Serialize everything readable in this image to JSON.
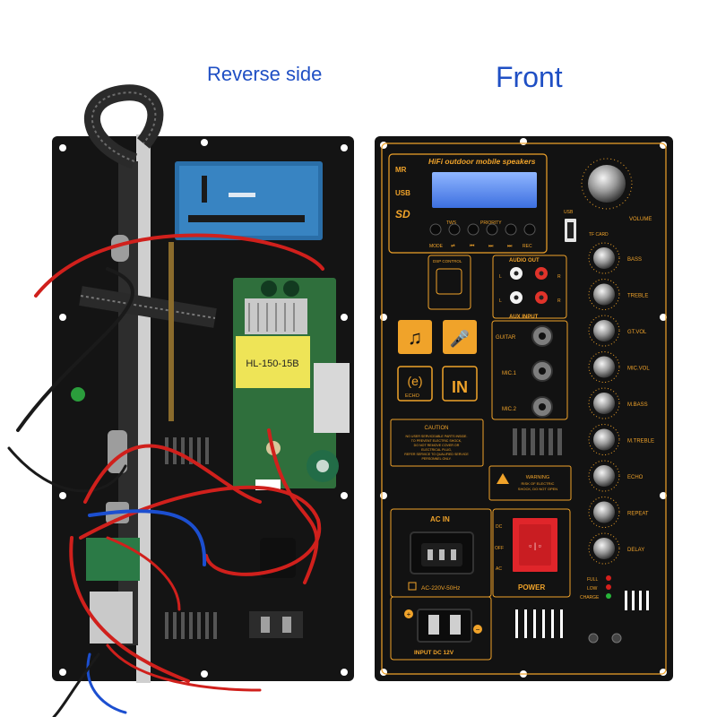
{
  "captions": {
    "reverse": "Reverse side",
    "front": "Front"
  },
  "reverse_board": {
    "transformer_label": "HL-150-15B"
  },
  "front_panel": {
    "title": "HiFi outdoor mobile speakers",
    "brand_mark": "MR",
    "usb_badge": "USB",
    "sd_badge": "SD",
    "display_buttons": {
      "top": [
        "TWS",
        "PRIORITY"
      ],
      "bottom": [
        "MODE",
        "⮂",
        "⏮",
        "⏭",
        "⏭",
        "REC"
      ]
    },
    "usb_label": "USB",
    "volume_label": "VOLUME",
    "tf_label": "TF CARD",
    "dsp_label": "DSP CONTROL",
    "audio_out_label": "AUDIO OUT",
    "aux_input_label": "AUX INPUT",
    "lr": [
      "L",
      "R",
      "L",
      "R"
    ],
    "jacks": [
      "GUITAR",
      "MIC.1",
      "MIC.2"
    ],
    "mode_icons": [
      "music",
      "karaoke",
      "echo",
      "aux"
    ],
    "echo_label": "ECHO",
    "knobs": [
      "BASS",
      "TREBLE",
      "GT.VOL",
      "MIC.VOL",
      "M.BASS",
      "M.TREBLE",
      "ECHO",
      "REPEAT",
      "DELAY"
    ],
    "caution": {
      "title": "CAUTION",
      "lines": [
        "NO USER SERVICEABLE PARTS INSIDE.",
        "TO PREVENT ELECTRIC SHOCK,",
        "DO NOT REMOVE COVER OR",
        "ELECTRICAL PLUG,",
        "REFER SERVICE TO QUALIFIED SERVICE",
        "PERSONNEL ONLY."
      ]
    },
    "warning": {
      "title": "WARNING",
      "lines": [
        "RISK OF ELECTRIC",
        "SHOCK, DO NOT OPEN"
      ]
    },
    "ac_in_label": "AC IN",
    "ac_voltage": "AC-220V-50Hz",
    "switch_labels": [
      "DC",
      "OFF",
      "AC"
    ],
    "power_label": "POWER",
    "led_labels": [
      "FULL",
      "LOW",
      "CHARGE"
    ],
    "dc_input_label": "INPUT DC 12V",
    "dc_polarity": [
      "+",
      "−"
    ]
  },
  "colors": {
    "caption_blue": "#1f4fc4",
    "panel_black": "#121212",
    "label_orange": "#f0a32a",
    "pcb_green": "#2f6f3c",
    "wire_red": "#d0201c",
    "wire_blue": "#1c4fd0"
  }
}
